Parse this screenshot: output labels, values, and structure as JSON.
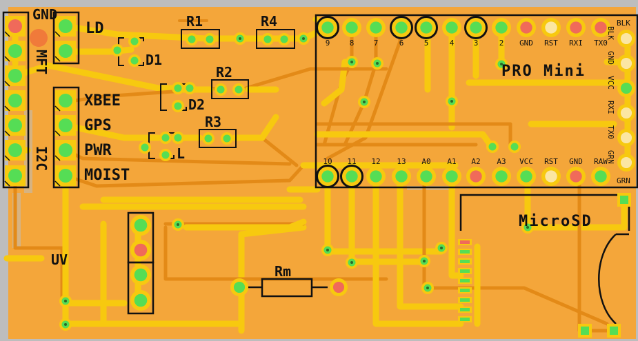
{
  "colors": {
    "board_background": "#bdbdbd",
    "copper_pour": "#f4a63a",
    "copper_dark": "#e8901f",
    "trace": "#f7c90f",
    "trace_alt": "#e38a17",
    "pad_green": "#55dd55",
    "pad_red": "#f06a5a",
    "pad_outer": "#f7c90f",
    "silkscreen": "#111111",
    "mounting_hole": "#ffffff"
  },
  "labels": {
    "gnd": "GND",
    "mft": "MFT",
    "i2c": "I2C",
    "ld": "LD",
    "xbee": "XBEE",
    "gps": "GPS",
    "pwr": "PWR",
    "moist": "MOIST",
    "uv": "UV",
    "d1": "D1",
    "d2": "D2",
    "l": "L",
    "r1": "R1",
    "r2": "R2",
    "r3": "R3",
    "r4": "R4",
    "rm": "Rm",
    "pro_mini": "PRO Mini",
    "microsd": "MicroSD"
  },
  "pro_mini": {
    "top_pins": [
      "9",
      "8",
      "7",
      "6",
      "5",
      "4",
      "3",
      "2",
      "GND",
      "RST",
      "RXI",
      "TX0"
    ],
    "bottom_pins": [
      "10",
      "11",
      "12",
      "13",
      "A0",
      "A1",
      "A2",
      "A3",
      "VCC",
      "RST",
      "GND",
      "RAW"
    ],
    "side_pins": [
      "BLK",
      "GND",
      "VCC",
      "RXI",
      "TX0",
      "GRN"
    ]
  }
}
